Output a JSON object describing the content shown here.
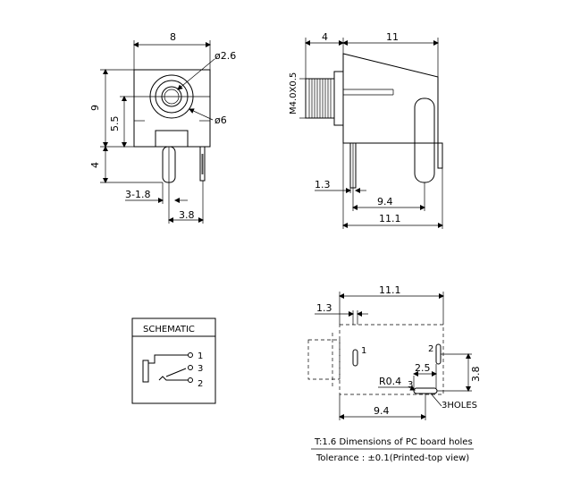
{
  "front_view": {
    "dim_width": "8",
    "dim_height": "9",
    "dim_center": "5.5",
    "dim_pin_len": "4",
    "dim_outer_dia": "ø2.6",
    "dim_inner_dia": "ø6",
    "dim_pin_offset": "3-1.8",
    "dim_pin_span": "3.8"
  },
  "side_view": {
    "dim_front": "4",
    "dim_body": "11",
    "dim_thread": "M4.0X0.5",
    "dim_pin": "1.3",
    "dim_pin_span": "9.4",
    "dim_total": "11.1"
  },
  "schematic": {
    "title": "SCHEMATIC",
    "pin1": "1",
    "pin3": "3",
    "pin2": "2"
  },
  "pcb_view": {
    "dim_total": "11.1",
    "dim_pin": "1.3",
    "pad1": "1",
    "pad2": "2",
    "pad3": "3",
    "dim_pad_span": "2.5",
    "dim_radius": "R0.4",
    "dim_height": "3.8",
    "dim_holes": "3HOLES",
    "dim_span": "9.4"
  },
  "notes": {
    "line1": "T:1.6  Dimensions of PC board holes",
    "line2": "Tolerance : ±0.1(Printed-top view)"
  }
}
